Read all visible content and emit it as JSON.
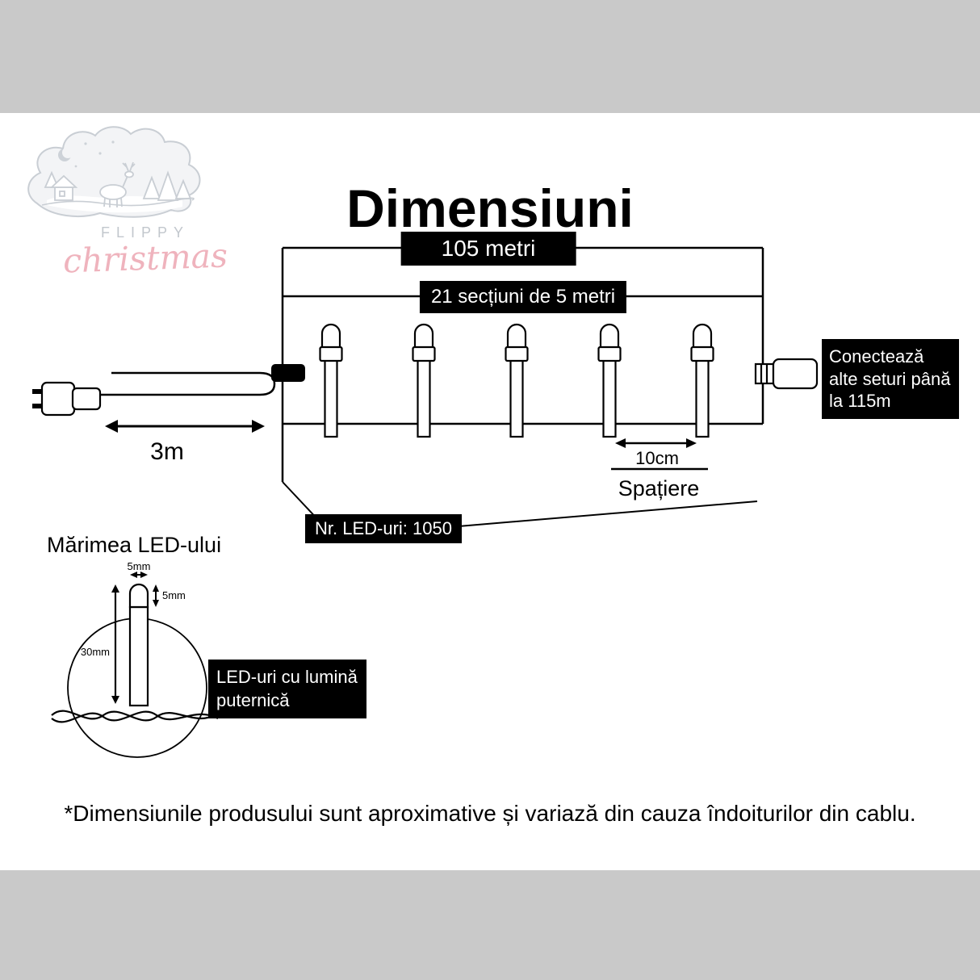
{
  "title": "Dimensiuni",
  "logo": {
    "name": "FLIPPY",
    "script": "christmas"
  },
  "diagram": {
    "total_length": "105 metri",
    "sections": "21 secțiuni de 5 metri",
    "connect_note": "Conectează alte seturi până la 115m",
    "lead_length": "3m",
    "spacing_value": "10cm",
    "spacing_label": "Spațiere",
    "led_count": "Nr. LED-uri: 1050"
  },
  "led_size": {
    "heading": "Mărimea LED-ului",
    "bulb_width": "5mm",
    "tip_height": "5mm",
    "total_height": "30mm",
    "note": "LED-uri cu lumină puternică"
  },
  "footnote": "*Dimensiunile produsului sunt aproximative și variază din cauza îndoiturilor din cablu.",
  "colors": {
    "background": "#c9c9c9",
    "panel": "#ffffff",
    "label_bg": "#000000",
    "label_text": "#ffffff",
    "line": "#000000",
    "logo_gray": "#c6cbd1",
    "logo_pink": "#efb3bd"
  }
}
